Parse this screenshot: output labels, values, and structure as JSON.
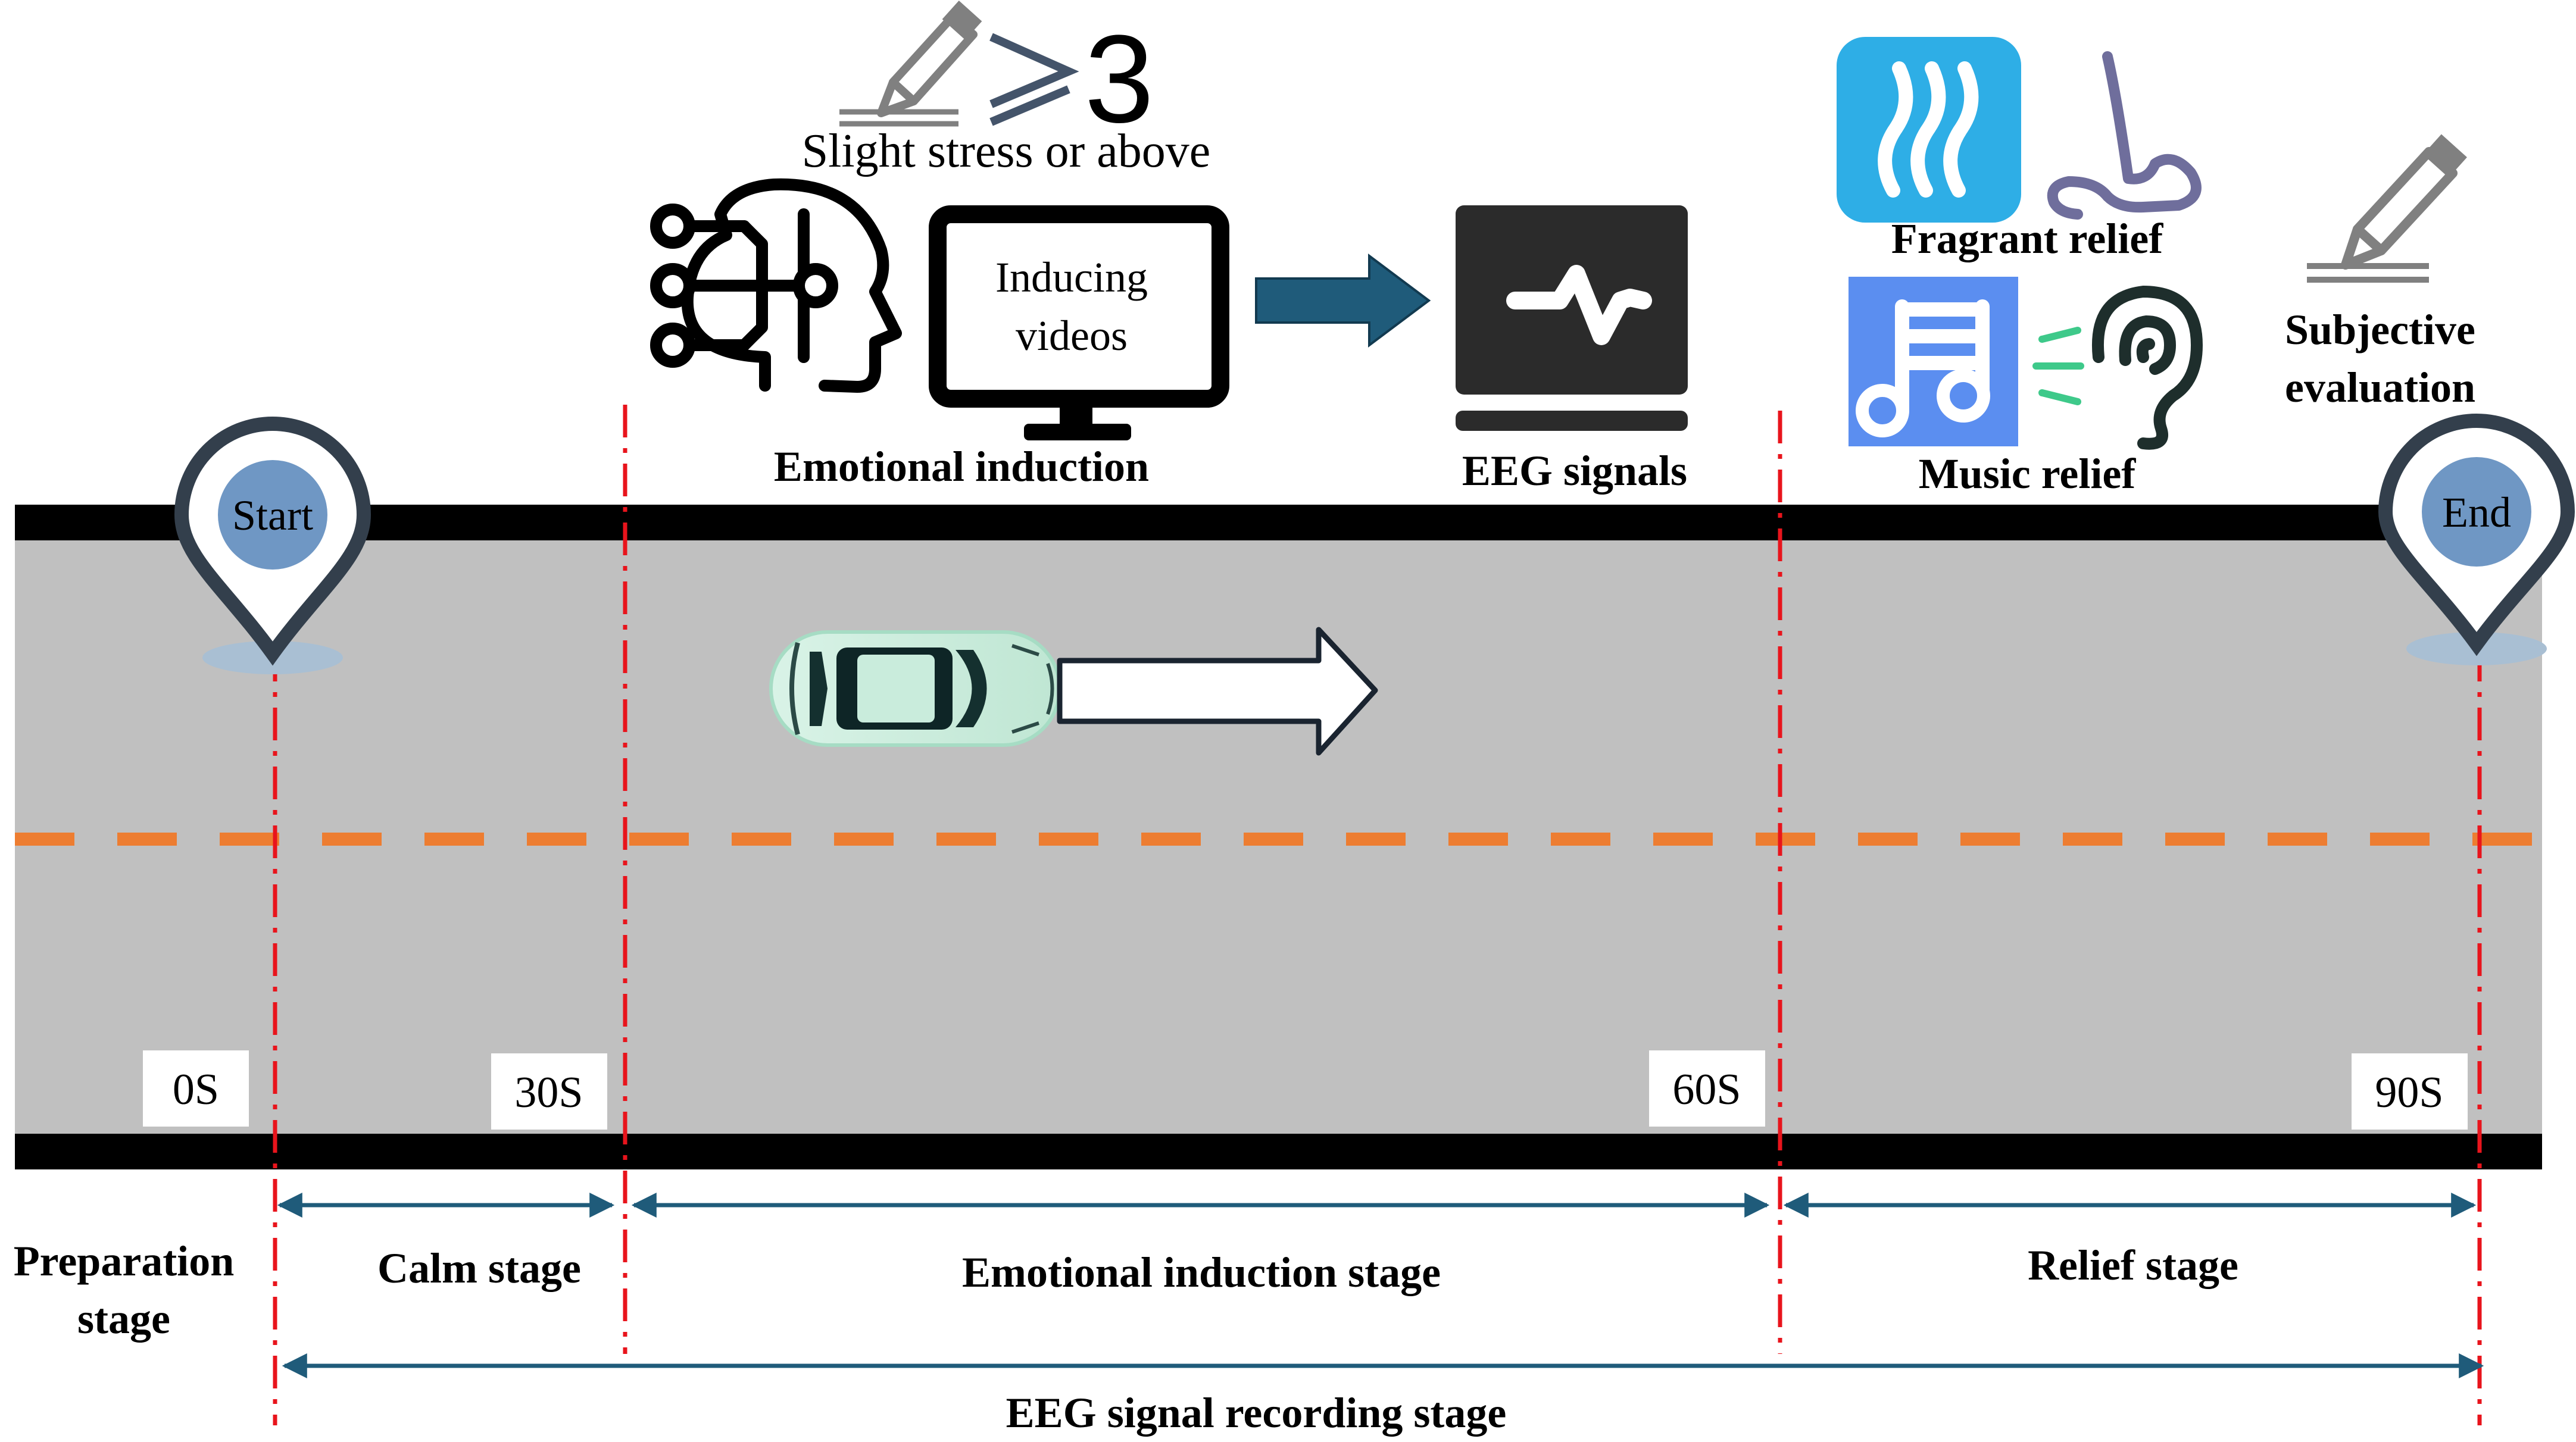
{
  "top": {
    "threshold": "≥3",
    "stress_caption": "Slight stress or above",
    "video_label_line1": "Inducing",
    "video_label_line2": "videos",
    "emotional_induction_label": "Emotional induction",
    "eeg_signals_label": "EEG signals",
    "fragrant_relief_label": "Fragrant relief",
    "music_relief_label": "Music relief",
    "subjective_line1": "Subjective",
    "subjective_line2": "evaluation"
  },
  "road": {
    "start_label": "Start",
    "end_label": "End",
    "time_marks": [
      "0S",
      "30S",
      "60S",
      "90S"
    ]
  },
  "stages": {
    "preparation_line1": "Preparation",
    "preparation_line2": "stage",
    "calm": "Calm stage",
    "emotional_induction": "Emotional induction stage",
    "relief": "Relief stage",
    "recording": "EEG signal recording stage"
  },
  "colors": {
    "road": "#c0c0c0",
    "road_edge": "#000000",
    "lane_dash": "#ed7d31",
    "timeline_red": "#e8141c",
    "arrow_teal": "#1f5b7a",
    "pin_fill": "#6f97c4",
    "pin_stroke": "#333f4c",
    "car_body": "#c9ecdc",
    "fragrance_bg": "#2eaee6",
    "music_bg": "#5b8ef0"
  }
}
